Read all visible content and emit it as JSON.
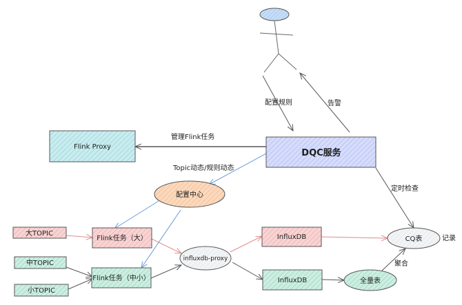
{
  "colors": {
    "cyan_fill": "#c9ecef",
    "cyan_hatch": "#8ccfd8",
    "blue_fill": "#d6dcfb",
    "blue_hatch": "#a8b4f0",
    "red_fill": "#f8d4d4",
    "red_hatch": "#eaa4a4",
    "green_fill": "#cdeee2",
    "green_hatch": "#8fd1b8",
    "orange_fill": "#fbd9bd",
    "orange_hatch": "#f0b488",
    "gray_fill": "#f0f1f4",
    "head_fill": "#c8def7",
    "stroke": "#555555",
    "edge_gray": "#555555",
    "edge_blue": "#6b9bd6",
    "edge_red": "#e08b8b"
  },
  "nodes": {
    "user": "用户",
    "flink_proxy": "Flink Proxy",
    "dqc": "DQC服务",
    "config_center": "配置中心",
    "big_topic": "大TOPIC",
    "mid_topic": "中TOPIC",
    "small_topic": "小TOPIC",
    "flink_big": "Flink任务（大）",
    "flink_small": "Flink任务（中小）",
    "influxdb_proxy": "influxdb-proxy",
    "influxdb_red": "InfluxDB",
    "influxdb_green": "InfluxDB",
    "cq_table": "CQ表",
    "full_table": "全量表"
  },
  "edges": {
    "config_rules": "配置规则",
    "alert": "告警",
    "manage_flink": "管理Flink任务",
    "topic_dynamic": "Topic动态/规则动态",
    "scheduled_check": "定时检查",
    "record": "记录",
    "aggregate": "聚合"
  }
}
